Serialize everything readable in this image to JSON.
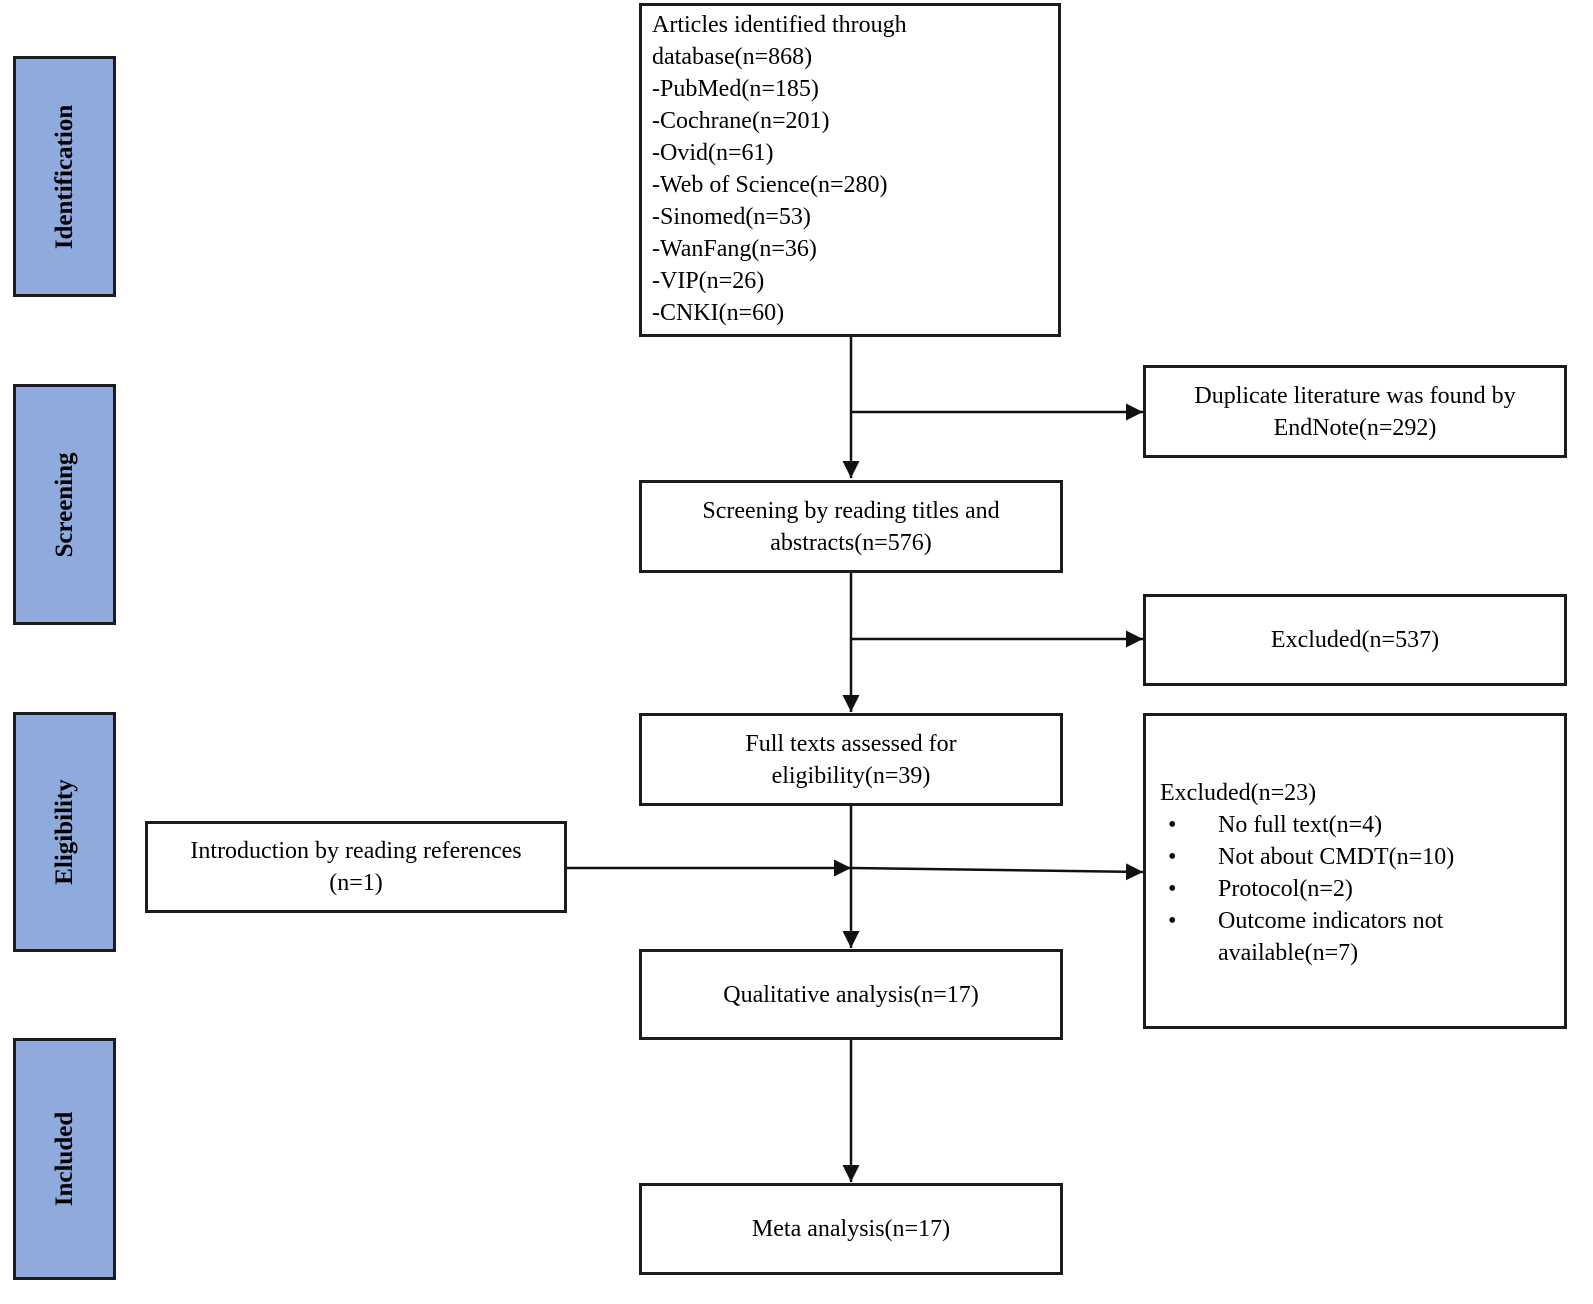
{
  "phases": {
    "identification": "Identification",
    "screening": "Screening",
    "eligibility": "Eligibility",
    "included": "Included"
  },
  "boxes": {
    "identified": {
      "lines": [
        "Articles identified through",
        "database(n=868)",
        "-PubMed(n=185)",
        "-Cochrane(n=201)",
        "-Ovid(n=61)",
        "-Web of Science(n=280)",
        "-Sinomed(n=53)",
        "-WanFang(n=36)",
        "-VIP(n=26)",
        "-CNKI(n=60)"
      ]
    },
    "duplicates": {
      "line1": "Duplicate literature was found by",
      "line2": "EndNote(n=292)"
    },
    "screening": {
      "line1": "Screening by reading titles and",
      "line2": "abstracts(n=576)"
    },
    "excluded_screening": {
      "text": "Excluded(n=537)"
    },
    "fulltext": {
      "line1": "Full texts assessed for",
      "line2": "eligibility(n=39)"
    },
    "references": {
      "line1": "Introduction by reading references",
      "line2": "(n=1)"
    },
    "excluded_fulltext": {
      "title": "Excluded(n=23)",
      "items": [
        "No full text(n=4)",
        "Not about CMDT(n=10)",
        "Protocol(n=2)",
        "Outcome indicators not available(n=7)"
      ],
      "item4_line1": "Outcome indicators not",
      "item4_line2": "available(n=7)"
    },
    "qualitative": {
      "text": "Qualitative analysis(n=17)"
    },
    "meta": {
      "text": "Meta analysis(n=17)"
    }
  }
}
